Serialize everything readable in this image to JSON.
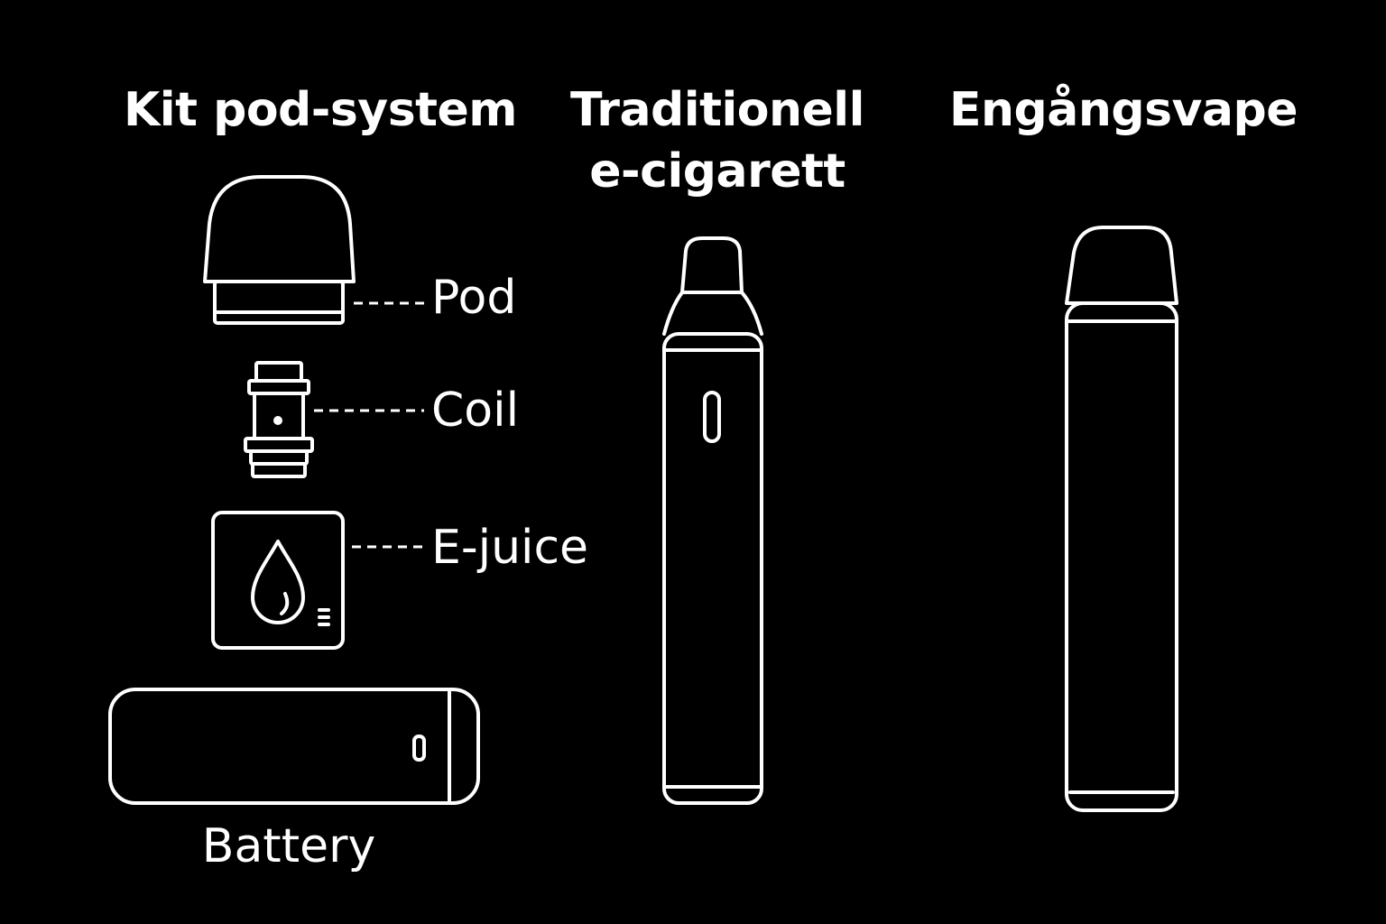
{
  "columns": [
    {
      "id": "kit",
      "title_lines": [
        "Kit pod-system"
      ]
    },
    {
      "id": "trad",
      "title_lines": [
        "Traditionell",
        "e-cigarett"
      ]
    },
    {
      "id": "eng",
      "title_lines": [
        "Engångsvape"
      ]
    }
  ],
  "kit_parts": {
    "pod": "Pod",
    "coil": "Coil",
    "ejuice": "E-juice",
    "battery": "Battery"
  },
  "colors": {
    "background": "#000000",
    "line": "#ffffff"
  }
}
